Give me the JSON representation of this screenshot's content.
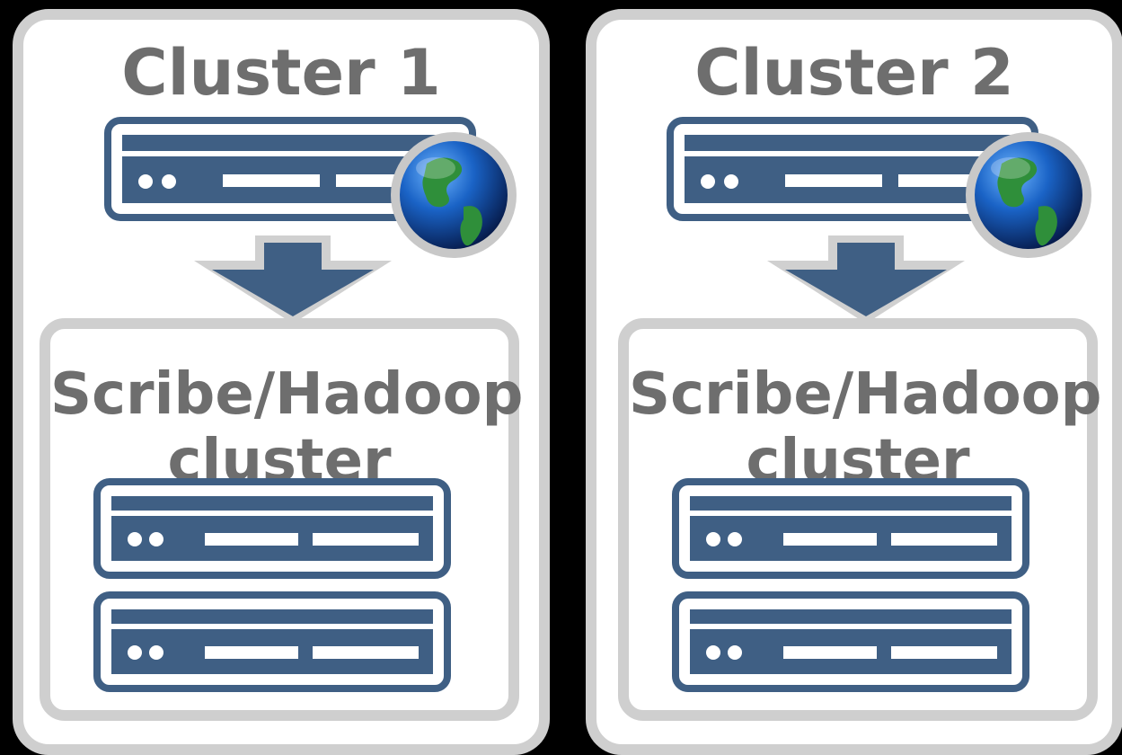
{
  "clusters": [
    {
      "title": "Cluster 1",
      "subtitle_line1": "Scribe/Hadoop",
      "subtitle_line2": "cluster"
    },
    {
      "title": "Cluster 2",
      "subtitle_line1": "Scribe/Hadoop",
      "subtitle_line2": "cluster"
    }
  ],
  "colors": {
    "server": "#3f5f84",
    "frame": "#cfcfcf",
    "text": "#6e6e6e",
    "background": "#000000"
  },
  "icons": {
    "server": "server-icon",
    "globe": "globe-icon",
    "arrow": "arrow-down-icon"
  }
}
